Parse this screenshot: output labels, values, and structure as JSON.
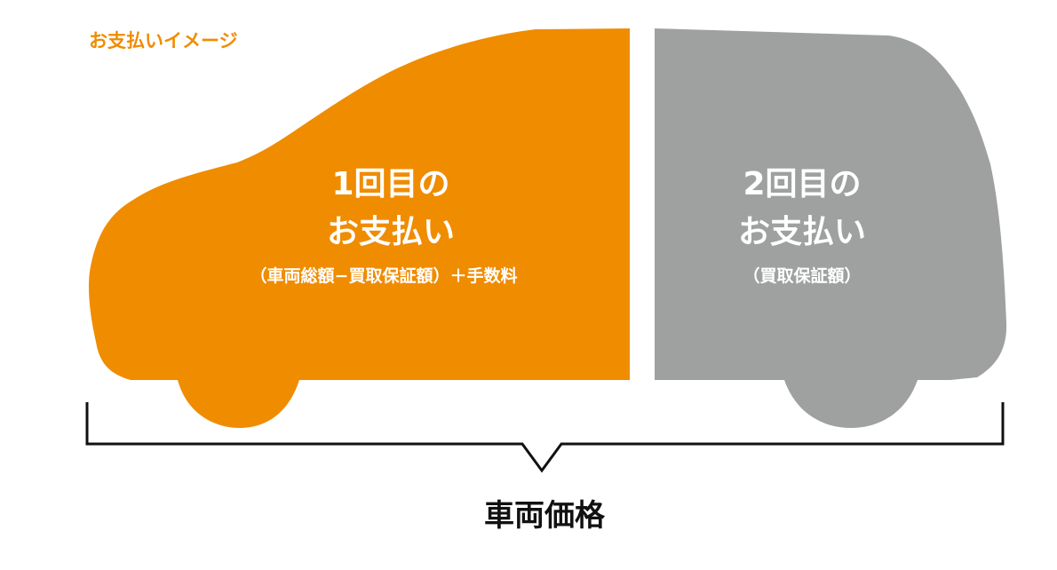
{
  "heading": "お支払いイメージ",
  "first_payment": {
    "line1": "1回目の",
    "line2": "お支払い",
    "detail": "（車両総額−買取保証額）＋手数料"
  },
  "second_payment": {
    "line1": "2回目の",
    "line2": "お支払い",
    "detail": "（買取保証額）"
  },
  "total_label": "車両価格",
  "colors": {
    "first": "#f08c00",
    "second": "#9fa0a0",
    "bracket": "#111111"
  }
}
